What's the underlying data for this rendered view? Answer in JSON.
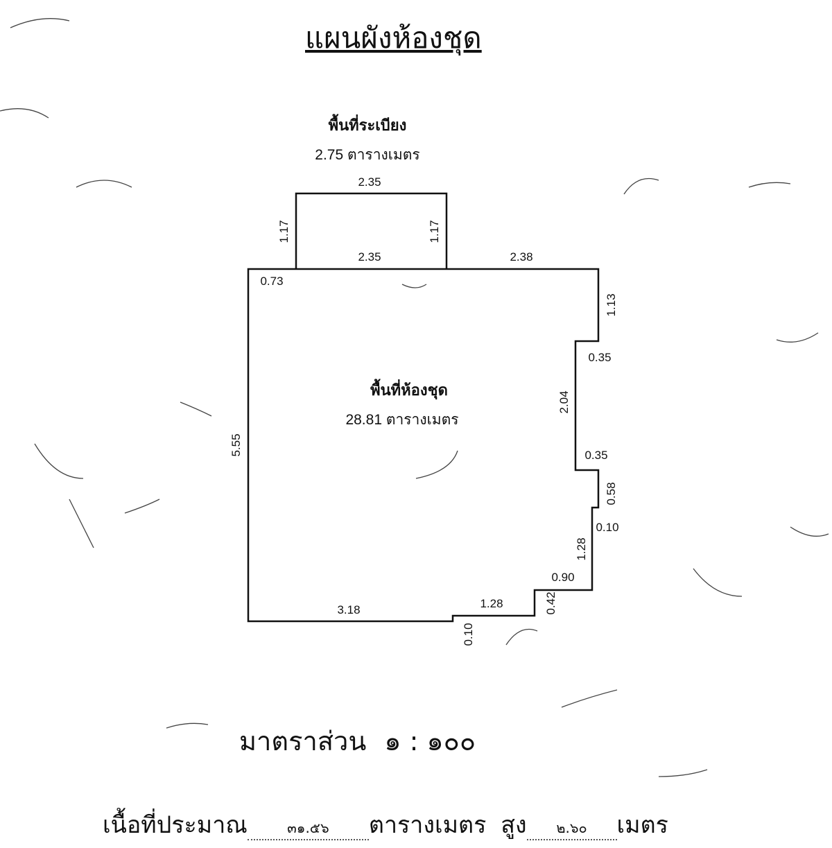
{
  "title": "แผนผังห้องชุด",
  "balcony": {
    "label": "พื้นที่ระเบียง",
    "area": "2.75 ตารางเมตร"
  },
  "room": {
    "label": "พื้นที่ห้องชุด",
    "area": "28.81 ตารางเมตร"
  },
  "dimensions": {
    "balcony_top": "2.35",
    "balcony_left": "1.17",
    "balcony_right": "1.17",
    "balcony_bottom": "2.35",
    "top_right": "2.38",
    "top_left": "0.73",
    "right_1": "1.13",
    "step_1": "0.35",
    "right_2": "2.04",
    "step_2": "0.35",
    "right_3": "0.58",
    "step_3": "0.10",
    "right_4": "1.28",
    "step_4": "0.90",
    "right_5": "0.42",
    "bottom_1": "1.28",
    "step_5": "0.10",
    "bottom_2": "3.18",
    "left": "5.55"
  },
  "scale": {
    "label": "มาตราส่วน",
    "value": "๑ : ๑๐๐"
  },
  "summary": {
    "area_label": "เนื้อที่ประมาณ",
    "area_value": "๓๑.๕๖",
    "area_unit": "ตารางเมตร",
    "height_label": "สูง",
    "height_value": "๒.๖๐",
    "height_unit": "เมตร"
  }
}
